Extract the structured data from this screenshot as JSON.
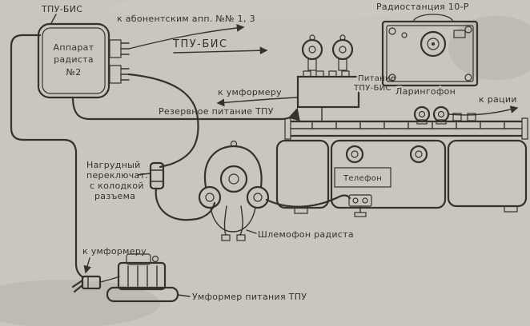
{
  "figure": {
    "paper_color": "#c9c6bf",
    "ink_color": "#34322b",
    "description": "Wiring diagram of tank intercom TPU-BIS with radio station 10-R"
  },
  "labels": {
    "tpu_bis_top": "ТПУ-БИС",
    "to_subscribers": "к абонентским апп. №№ 1, 3",
    "tpu_bis_bus": "ТПУ-БИС",
    "radio_station": "Радиостанция 10-Р",
    "apparatus_line1": "Аппарат",
    "apparatus_line2": "радиста",
    "apparatus_line3": "№2",
    "power_line1": "Питание",
    "power_line2": "ТПУ-БИС",
    "laryngophone": "Ларингофон",
    "to_umformer_mid": "к умформеру",
    "reserve_power": "Резервное питание ТПУ",
    "to_radio": "к рации",
    "telephone": "Телефон",
    "chest_line1": "Нагрудный",
    "chest_line2": "переключат.",
    "chest_line3": "с колодкой",
    "chest_line4": "разъема",
    "helmet": "Шлемофон радиста",
    "to_umformer_bottom": "к умформеру",
    "umformer": "Умформер питания ТПУ"
  }
}
